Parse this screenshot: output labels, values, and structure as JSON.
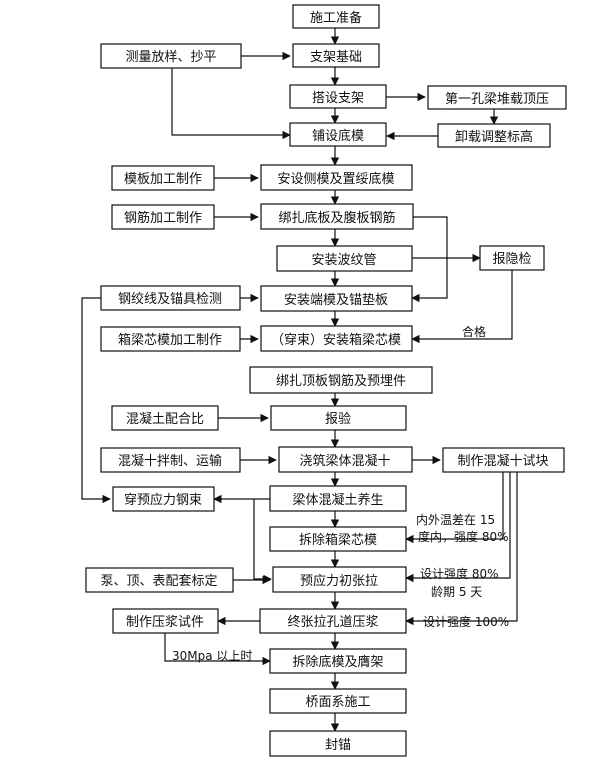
{
  "flowchart": {
    "nodes": {
      "n_prep": "施工准备",
      "n_survey": "测量放样、抄平",
      "n_found": "支架基础",
      "n_erect": "搭设支架",
      "n_preload": "第一孔梁堆载顶压",
      "n_unload": "卸载调整标高",
      "n_bottom": "铺设底模",
      "n_formfab": "模板加工制作",
      "n_side": "安设侧模及置绥底模",
      "n_rebarfab": "钢筋加工制作",
      "n_rebar": "绑扎底板及腹板钢筋",
      "n_duct": "安装波纹管",
      "n_inspect": "报隐检",
      "n_strand": "钢绞线及锚具检测",
      "n_endform": "安装端模及锚垫板",
      "n_corefab": "箱梁芯模加工制作",
      "n_core": "（穿束）安装箱梁芯模",
      "n_toprebar": "绑扎顶板钢筋及预埋件",
      "n_mixdesign": "混凝土配合比",
      "n_report": "报验",
      "n_mixing": "混凝十拌制、运输",
      "n_pour": "浇筑梁体混凝十",
      "n_specimen": "制作混凝十试块",
      "n_thread": "穿预应力钢束",
      "n_cure": "梁体混凝土养生",
      "n_removecore": "拆除箱梁芯模",
      "n_calib": "泵、顶、表配套标定",
      "n_initial": "预应力初张拉",
      "n_groutspec": "制作压浆试件",
      "n_final": "终张拉孔道压浆",
      "n_removebottom": "拆除底模及膺架",
      "n_deck": "桥面系施工",
      "n_seal": "封锚"
    },
    "labels": {
      "pass": "合格",
      "temp_line1": "内外温差在 15",
      "temp_line2": "度内，强度 80%",
      "strength80": "设计强度 80%",
      "age5": "龄期 5 天",
      "strength100": "设计强度 100%",
      "mpa30": "30Mpa 以上时"
    }
  }
}
